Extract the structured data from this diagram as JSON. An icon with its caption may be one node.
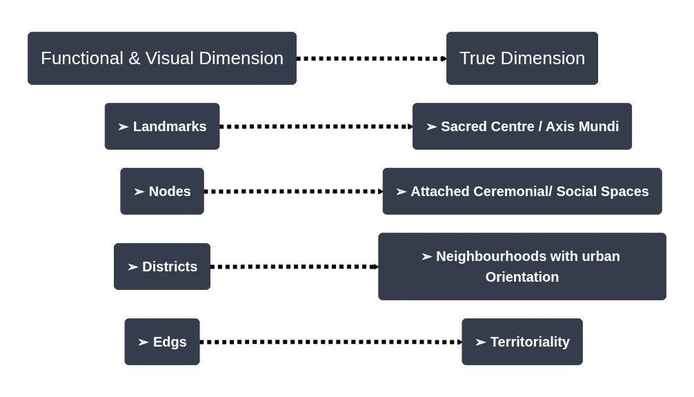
{
  "diagram": {
    "nodes": [
      {
        "text": [
          "Functional & Visual Dimension"
        ]
      },
      {
        "text": [
          "True Dimension"
        ]
      },
      {
        "text": [
          "➢ Landmarks"
        ]
      },
      {
        "text": [
          "➢ Sacred Centre / Axis Mundi"
        ]
      },
      {
        "text": [
          "➢ Nodes"
        ]
      },
      {
        "text": [
          "➢ Attached Ceremonial/ Social Spaces"
        ]
      },
      {
        "text": [
          "➢ Districts"
        ]
      },
      {
        "text": [
          "➢ Neighbourhoods with urban Orientation"
        ]
      },
      {
        "text": [
          "➢ Edgs"
        ]
      },
      {
        "text": [
          "➢ Territoriality"
        ]
      }
    ],
    "edges": [
      {
        "from": 0,
        "to": 1,
        "arrow": "to",
        "style": "dashed"
      },
      {
        "from": 2,
        "to": 3,
        "arrow": "to",
        "style": "dashed"
      },
      {
        "from": 4,
        "to": 5,
        "arrow": "to",
        "style": "dashed"
      },
      {
        "from": 6,
        "to": 7,
        "arrow": "to",
        "style": "dashed"
      },
      {
        "from": 8,
        "to": 9,
        "arrow": "to",
        "style": "dashed"
      }
    ]
  }
}
